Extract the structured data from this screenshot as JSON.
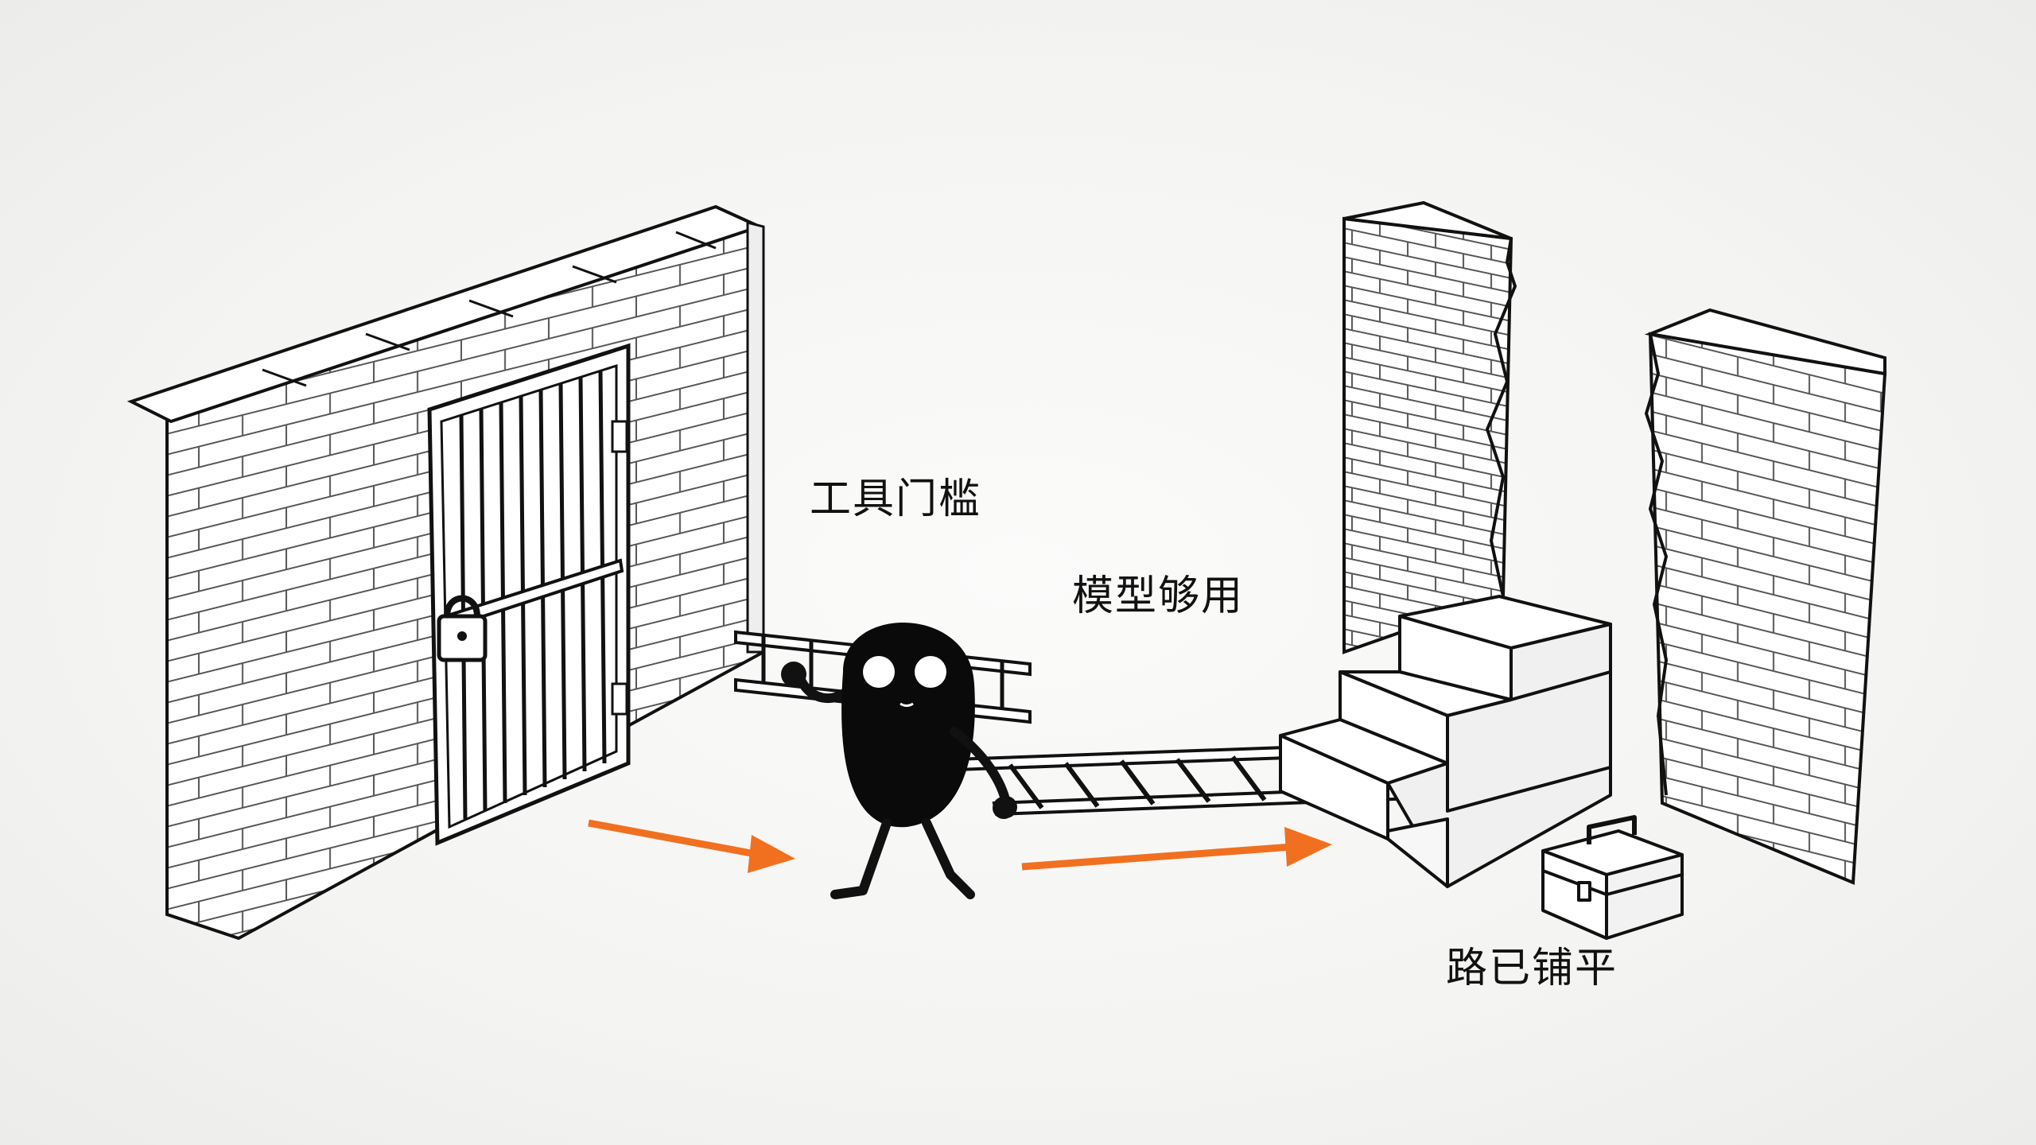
{
  "labels": {
    "tool_threshold": "工具门槛",
    "model_enough": "模型够用",
    "road_paved": "路已铺平"
  },
  "colors": {
    "ink": "#111111",
    "arrow": "#f07020",
    "paper": "#f4f4f2"
  },
  "icons": [
    "brick-wall",
    "barred-gate",
    "padlock",
    "character",
    "ladder",
    "stairs",
    "toolbox",
    "arrow-right"
  ]
}
